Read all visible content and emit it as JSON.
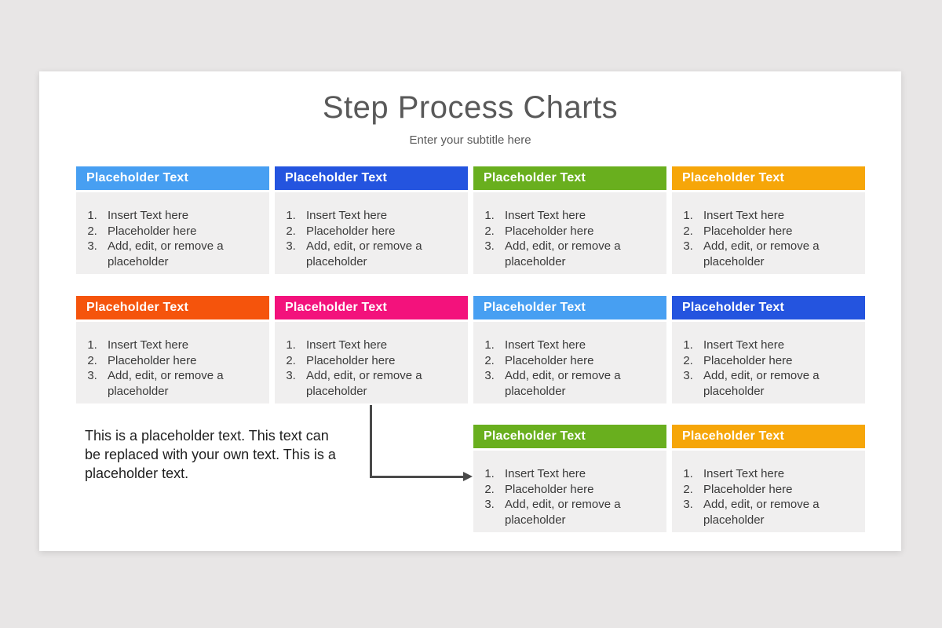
{
  "slide": {
    "title": "Step Process Charts",
    "subtitle": "Enter your subtitle here"
  },
  "paragraph": "This is a placeholder text. This text can be replaced with your own text. This is a placeholder text.",
  "colors": {
    "background": "#e8e6e6",
    "slide": "#ffffff",
    "card_body": "#f0efef",
    "header_text": "#ffffff",
    "list_text": "#3a3a3a",
    "title_text": "#595959",
    "arrow": "#4a4a4a",
    "light_blue": "#479ff2",
    "dark_blue": "#2454df",
    "green": "#69af1e",
    "amber": "#f6a609",
    "orange": "#f5540c",
    "pink": "#f3127c"
  },
  "cards": [
    {
      "row": 1,
      "col": 1,
      "color": "#479ff2",
      "header": "Placeholder Text",
      "items": [
        "Insert Text here",
        "Placeholder here",
        "Add, edit, or remove a placeholder"
      ]
    },
    {
      "row": 1,
      "col": 2,
      "color": "#2454df",
      "header": "Placeholder Text",
      "items": [
        "Insert Text here",
        "Placeholder here",
        "Add, edit, or remove a placeholder"
      ]
    },
    {
      "row": 1,
      "col": 3,
      "color": "#69af1e",
      "header": "Placeholder Text",
      "items": [
        "Insert Text here",
        "Placeholder here",
        "Add, edit, or remove a placeholder"
      ]
    },
    {
      "row": 1,
      "col": 4,
      "color": "#f6a609",
      "header": "Placeholder Text",
      "items": [
        "Insert Text here",
        "Placeholder here",
        "Add, edit, or remove a placeholder"
      ]
    },
    {
      "row": 2,
      "col": 1,
      "color": "#f5540c",
      "header": "Placeholder Text",
      "items": [
        "Insert Text here",
        "Placeholder here",
        "Add, edit, or remove a placeholder"
      ]
    },
    {
      "row": 2,
      "col": 2,
      "color": "#f3127c",
      "header": "Placeholder Text",
      "items": [
        "Insert Text here",
        "Placeholder here",
        "Add, edit, or remove a placeholder"
      ]
    },
    {
      "row": 2,
      "col": 3,
      "color": "#479ff2",
      "header": "Placeholder Text",
      "items": [
        "Insert Text here",
        "Placeholder here",
        "Add, edit, or remove a placeholder"
      ]
    },
    {
      "row": 2,
      "col": 4,
      "color": "#2454df",
      "header": "Placeholder Text",
      "items": [
        "Insert Text here",
        "Placeholder here",
        "Add, edit, or remove a placeholder"
      ]
    },
    {
      "row": 3,
      "col": 3,
      "color": "#69af1e",
      "header": "Placeholder Text",
      "items": [
        "Insert Text here",
        "Placeholder here",
        "Add, edit, or remove a placeholder"
      ]
    },
    {
      "row": 3,
      "col": 4,
      "color": "#f6a609",
      "header": "Placeholder Text",
      "items": [
        "Insert Text here",
        "Placeholder here",
        "Add, edit, or remove a placeholder"
      ]
    }
  ],
  "arrow": {
    "from": "row2-col2-card",
    "to": "row3-col3-card"
  }
}
